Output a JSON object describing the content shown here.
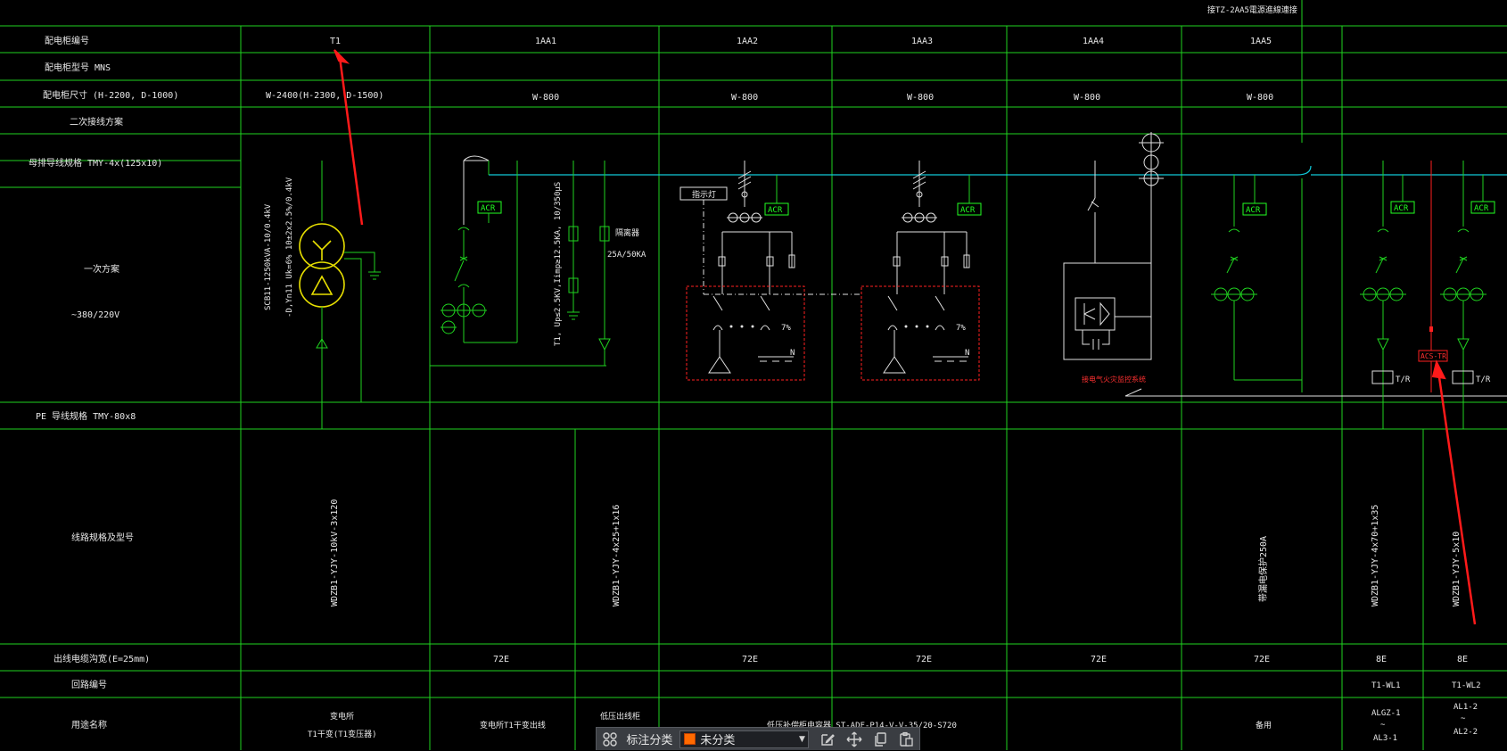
{
  "header": {
    "top_note": "接TZ-2AA5電源進線連接",
    "row_labels": {
      "panel_no": "配电柜编号",
      "panel_type": "配电柜型号 MNS",
      "panel_size": "配电柜尺寸 (H-2200, D-1000)",
      "secondary": "二次接线方案",
      "busbar": "母排导线规格 TMY-4x(125x10)",
      "primary": "一次方案",
      "voltage": "~380/220V",
      "pe_bus": "PE 导线规格 TMY-80x8",
      "cable": "线路规格及型号",
      "cable_trench": "出线电缆沟宽(E=25mm)",
      "circuit_no": "回路编号",
      "usage": "用途名称"
    }
  },
  "columns": [
    {
      "id": "T1",
      "size": "W-2400(H-2300, D-1500)"
    },
    {
      "id": "1AA1",
      "size": "W-800"
    },
    {
      "id": "1AA2",
      "size": "W-800"
    },
    {
      "id": "1AA3",
      "size": "W-800"
    },
    {
      "id": "1AA4",
      "size": "W-800"
    },
    {
      "id": "1AA5",
      "size": "W-800"
    }
  ],
  "transformer": {
    "spec_line1": "SCB11-1250kVA-10/0.4kV",
    "spec_line2": "-D,Yn11  Uk=6%  10±2x2.5%/0.4kV"
  },
  "spd": {
    "spec": "T1, Up≤2.5KV,Iimp≥12.5KA, 10/350μS",
    "breaker_label": "隔离器",
    "breaker_spec": "25A/50KA"
  },
  "meter_label": "ACR",
  "ats_tag": "ACS-TR",
  "shunt_label": "T/R",
  "dual_tag": "7%",
  "neutral_tag": "N",
  "lamp_box": "指示灯",
  "bypass_note": "接电气火灾监控系统",
  "cables": {
    "c1": "WDZB1-YJY-10kV-3x120",
    "c2": "WDZB1-YJY-4x25+1x16",
    "c3": "带漏电保护250A",
    "c4": "WDZB1-YJY-4x70+1x35",
    "c5": "WDZB1-YJY-5x10"
  },
  "trench": [
    "72E",
    "72E",
    "72E",
    "72E",
    "72E",
    "8E",
    "8E"
  ],
  "circuits": [
    "T1-WL1",
    "T1-WL2"
  ],
  "usage": {
    "u1a": "变电所",
    "u1b": "T1干变(T1变压器)",
    "u2": "变电所T1干变出线",
    "u3": "低压出线柜",
    "u4": "低压补偿柜电容器 ST-ADF-P14-V-V-35/20-S720",
    "u5": "备用",
    "u6a": "ALGZ-1",
    "u6b": "~",
    "u6c": "AL3-1",
    "u7a": "AL1-2",
    "u7b": "~",
    "u7c": "AL2-2"
  },
  "toolbar": {
    "label": "标注分类",
    "selected": "未分类",
    "icons": [
      "grid-icon",
      "edit-icon",
      "move-icon",
      "copy-icon",
      "paste-icon"
    ]
  },
  "colors": {
    "background": "#000000",
    "grid": "#1fd21f",
    "bus": "#10c8d8",
    "transformer": "#e8e000",
    "annotation": "#ff2020",
    "swatch": "#ff6a00"
  }
}
